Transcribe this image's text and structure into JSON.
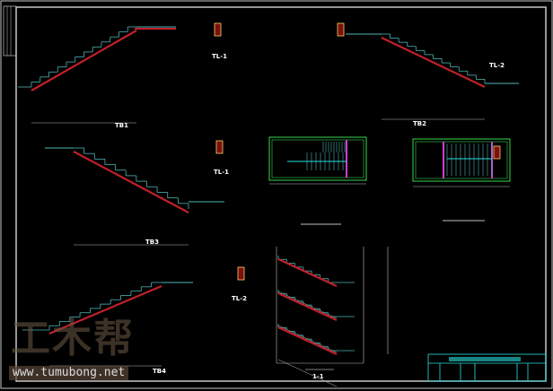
{
  "drawing": {
    "labels": {
      "tb1": "TB1",
      "tb2": "TB2",
      "tb3": "TB3",
      "tb4": "TB4",
      "tl1": "TL-1",
      "tl2": "TL-2",
      "tl3": "TL-1",
      "tl4": "TL-2",
      "section": "1-1"
    },
    "colors": {
      "stair": "#4fb3b3",
      "slab": "#c0202a",
      "plan_wall": "#38d84a",
      "title_block": "#29e0e0",
      "dim": "#bbbbbb",
      "frame": "#c8c8c8"
    }
  },
  "watermark": {
    "logo": "工木帮",
    "url": "www.tumubong.net"
  }
}
